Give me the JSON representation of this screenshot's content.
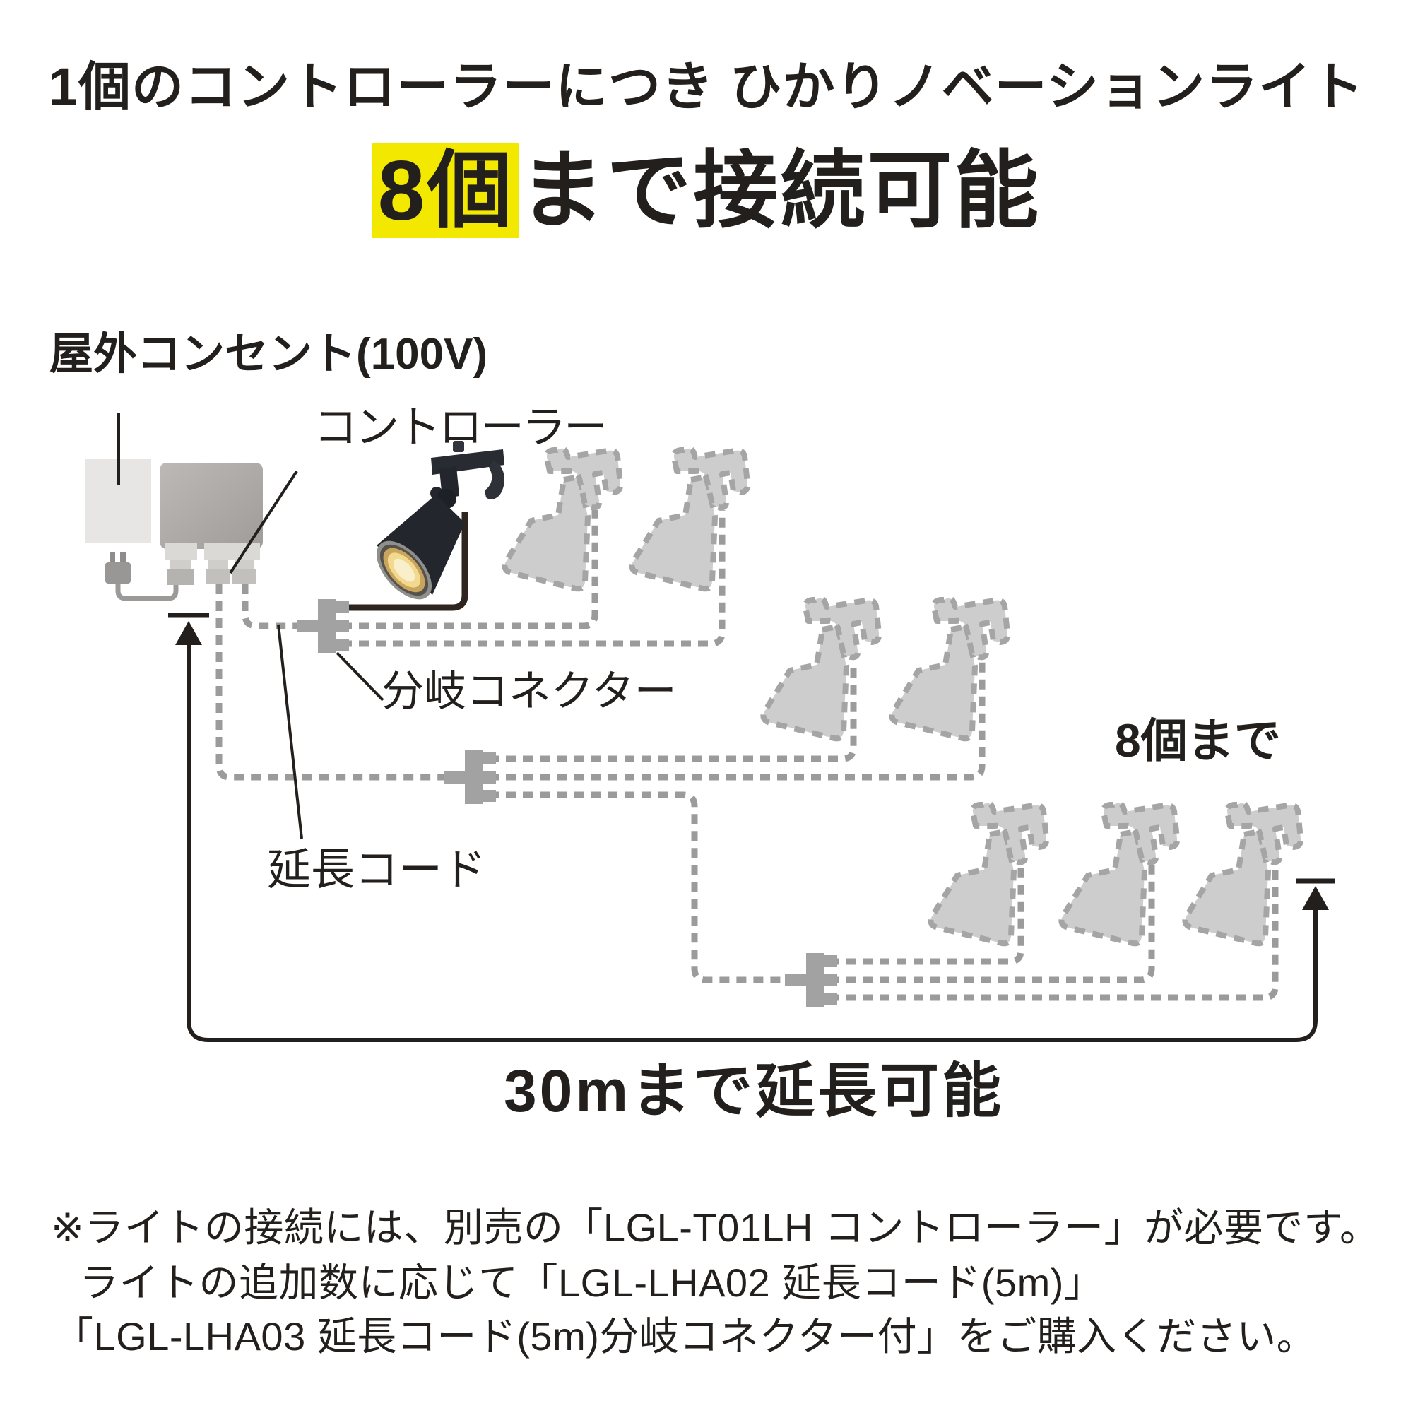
{
  "title": {
    "line1": "1個のコントローラーにつき ひかりノベーションライト",
    "line2_highlight": "8個",
    "line2_rest": "まで接続可能"
  },
  "diagram": {
    "labels": {
      "outlet": "屋外コンセント(100V)",
      "controller": "コントローラー",
      "branch_connector": "分岐コネクター",
      "extension_cord": "延長コード",
      "max_lights": "8個まで",
      "max_length": "30mまで延長可能"
    },
    "connected_light_count": 8,
    "max_extension_m": 30
  },
  "notes": {
    "line1": "※ライトの接続には、別売の「LGL-T01LH コントローラー」が必要です。",
    "line2": "ライトの追加数に応じて「LGL-LHA02 延長コード(5m)」",
    "line3": "「LGL-LHA03 延長コード(5m)分岐コネクター付」をご購入ください。"
  },
  "colors": {
    "highlight_yellow": "#f2e800",
    "text": "#231f1c",
    "ghost_fill": "#cdcdcd",
    "ghost_outline": "#a5a5a5",
    "cord_dashed": "#9b9b9b",
    "connector_gray": "#a2a2a2",
    "lamp_body": "#23262c",
    "lamp_glow": "#f2d98f",
    "outlet_box": "#e7e6e5",
    "controller_box": "#aeaaa7"
  }
}
